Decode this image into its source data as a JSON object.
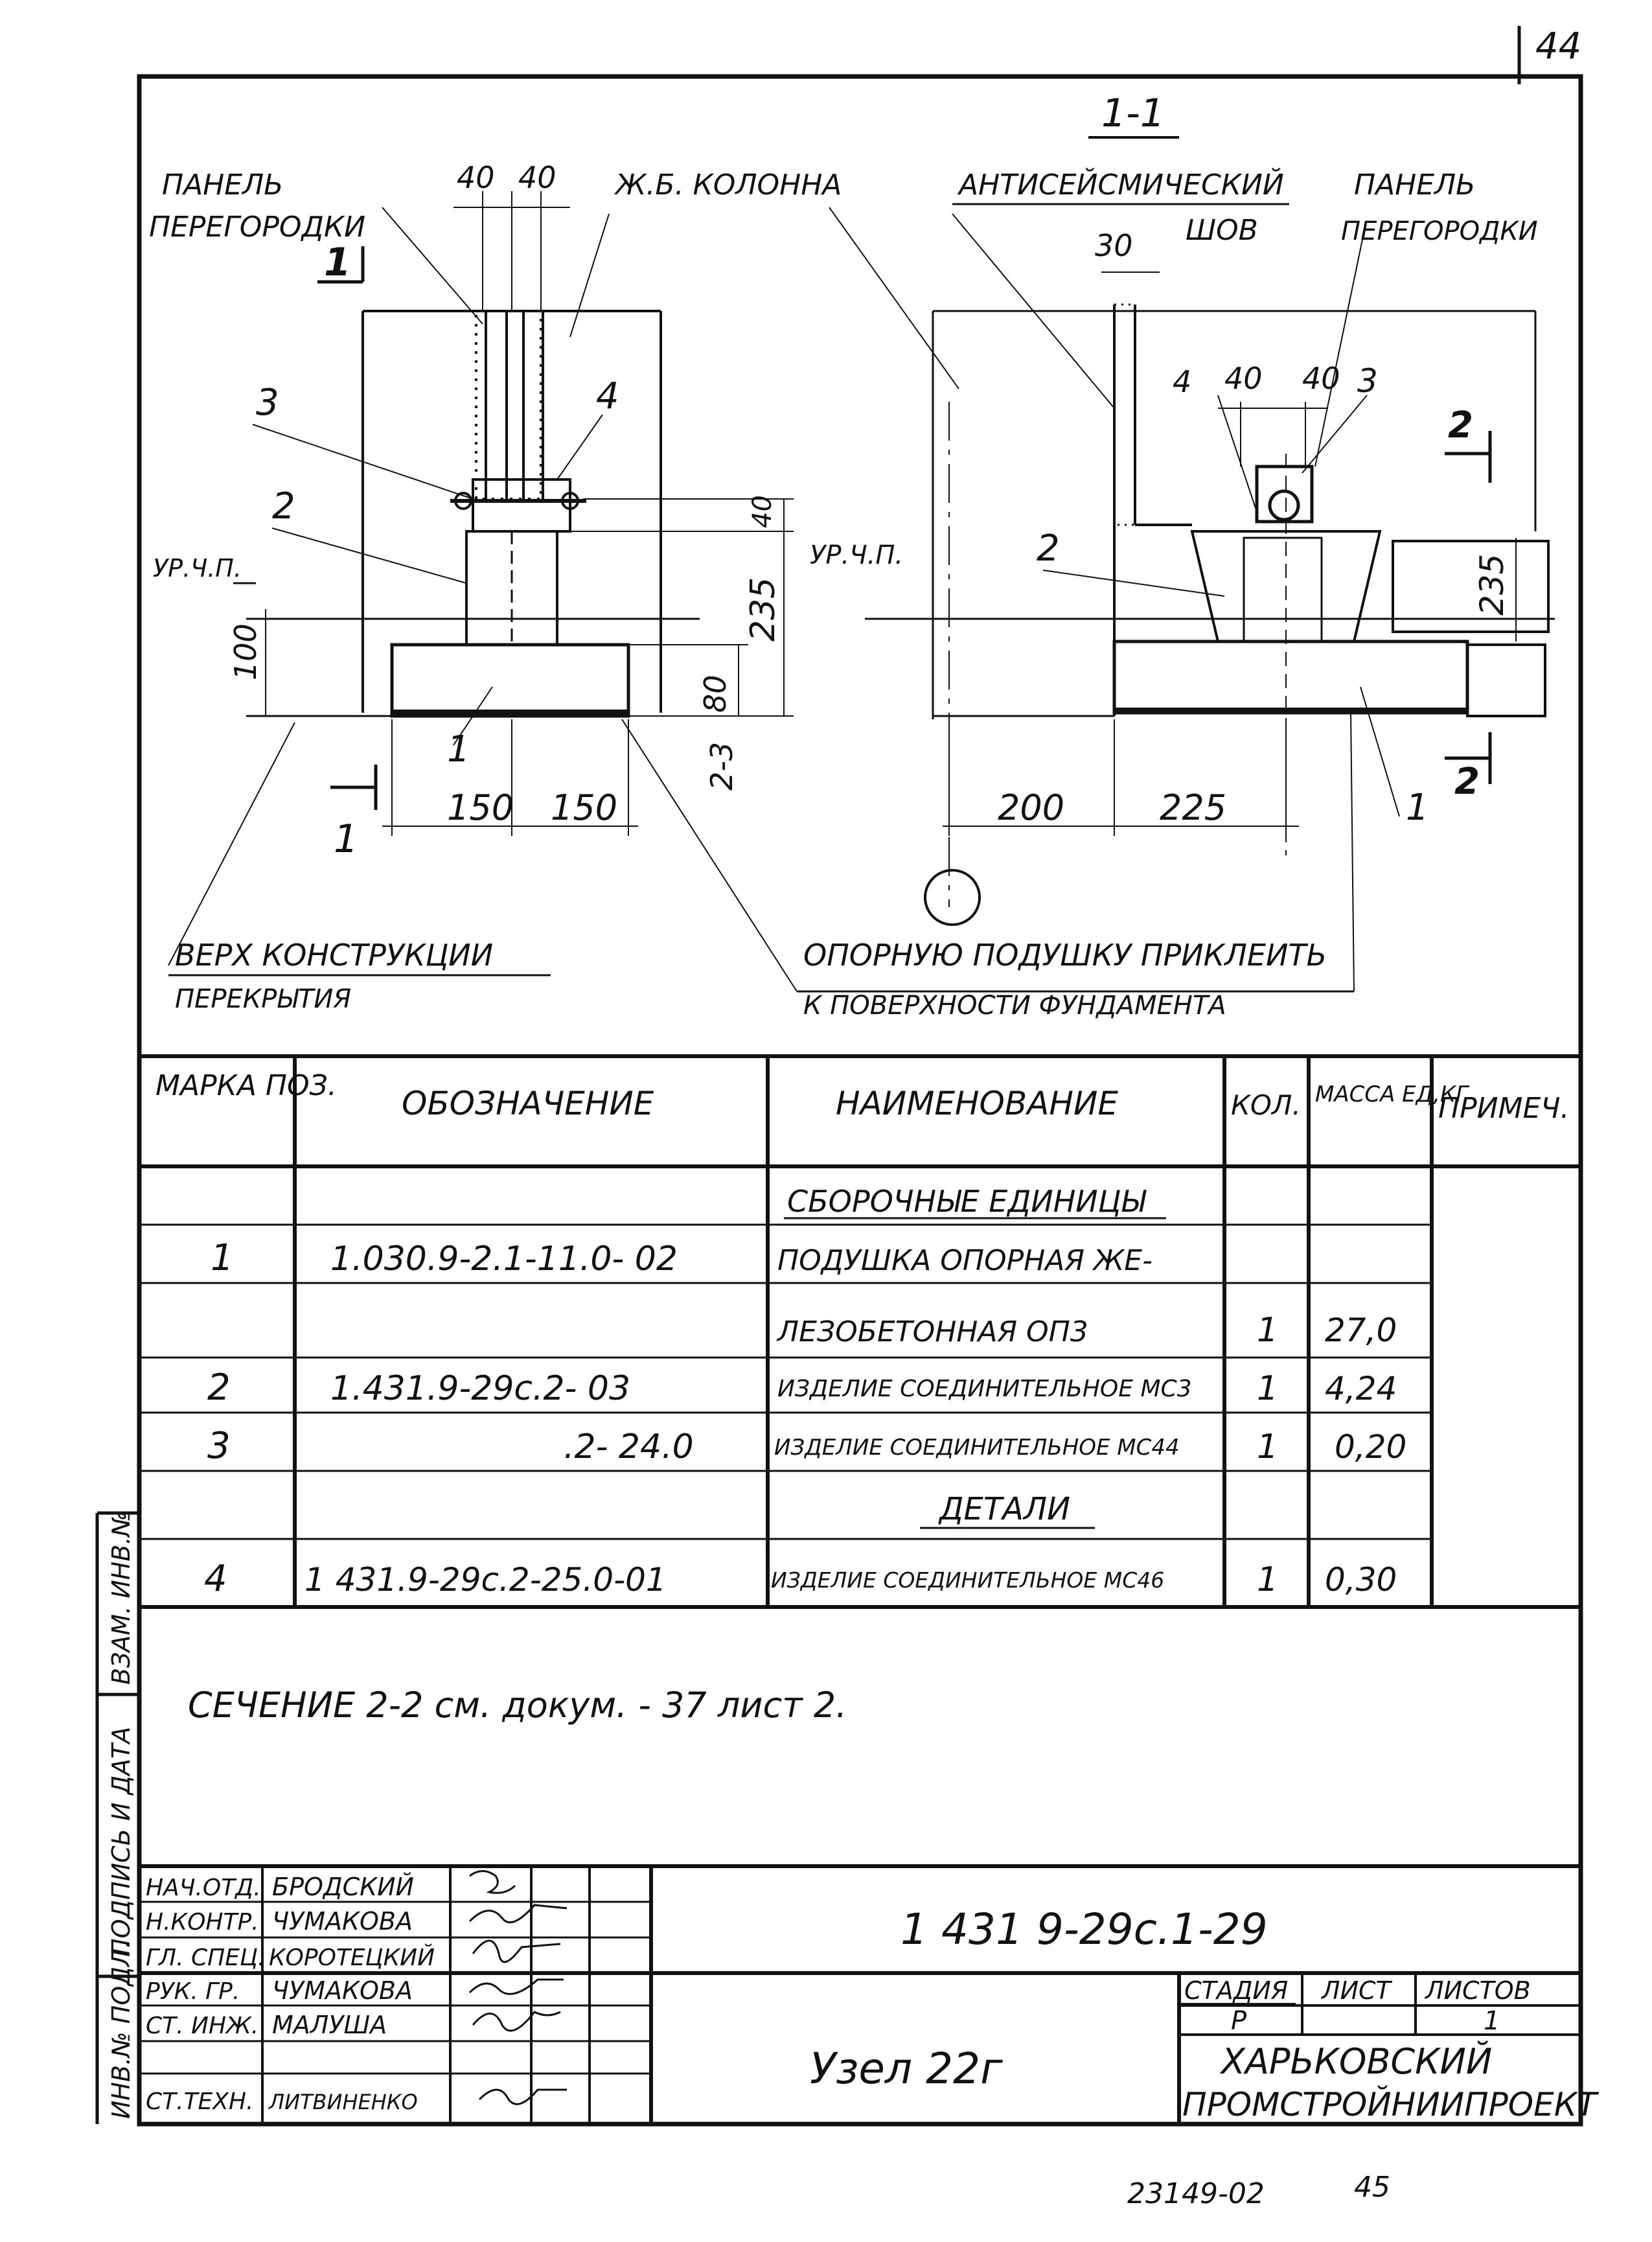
{
  "sheet_number": "44",
  "footer_code": "23149-02",
  "footer_page": "45",
  "drawing": {
    "left": {
      "label_panel": [
        "ПАНЕЛЬ",
        "ПЕРЕГОРОДКИ"
      ],
      "label_column": "Ж.Б. КОЛОННА",
      "dim_top_a": "40",
      "dim_top_b": "40",
      "section_mark": "1",
      "pos3": "3",
      "pos4": "4",
      "pos2": "2",
      "pos1": "1",
      "level_label": "УР.Ч.П.",
      "dim_100": "100",
      "dim_40": "40",
      "dim_235": "235",
      "dim_80": "80",
      "dim_23": "2-3",
      "dim_150a": "150",
      "dim_150b": "150",
      "cut_mark": "1",
      "note_top": [
        "ВЕРХ КОНСТРУКЦИИ",
        "ПЕРЕКРЫТИЯ"
      ]
    },
    "right": {
      "section_title": "1-1",
      "label_joint": [
        "АНТИСЕЙСМИЧЕСКИЙ",
        "ШОВ"
      ],
      "label_panel": [
        "ПАНЕЛЬ",
        "ПЕРЕГОРОДКИ"
      ],
      "dim_30": "30",
      "pos4": "4",
      "dim_40a": "40",
      "dim_40b": "40",
      "pos3": "3",
      "cut_mark": "2",
      "level_label": "УР.Ч.П.",
      "pos2": "2",
      "dim_235": "235",
      "pos1": "1",
      "dim_200": "200",
      "dim_225": "225",
      "note_glue": [
        "ОПОРНУЮ ПОДУШКУ ПРИКЛЕИТЬ",
        "К ПОВЕРХНОСТИ ФУНДАМЕНТА"
      ]
    }
  },
  "spec_table": {
    "headers": [
      "МАРКА ПОЗ.",
      "ОБОЗНАЧЕНИЕ",
      "НАИМЕНОВАНИЕ",
      "КОЛ.",
      "МАССА ЕД,КГ",
      "ПРИМЕЧ."
    ],
    "rows": [
      {
        "pos": "",
        "code": "",
        "name": "СБОРОЧНЫЕ ЕДИНИЦЫ",
        "qty": "",
        "mass": "",
        "note": ""
      },
      {
        "pos": "1",
        "code": "1.030.9-2.1-11.0- 02",
        "name": "ПОДУШКА ОПОРНАЯ ЖЕ-",
        "qty": "",
        "mass": "",
        "note": ""
      },
      {
        "pos": "",
        "code": "",
        "name": "ЛЕЗОБЕТОННАЯ   ОП3",
        "qty": "1",
        "mass": "27,0",
        "note": ""
      },
      {
        "pos": "2",
        "code": "1.431.9-29с.2- 03",
        "name": "ИЗДЕЛИЕ СОЕДИНИТЕЛЬНОЕ МС3",
        "qty": "1",
        "mass": "4,24",
        "note": ""
      },
      {
        "pos": "3",
        "code": ".2- 24.0",
        "name": "ИЗДЕЛИЕ СОЕДИНИТЕЛЬНОЕ МС44",
        "qty": "1",
        "mass": "0,20",
        "note": ""
      },
      {
        "pos": "",
        "code": "",
        "name": "ДЕТАЛИ",
        "qty": "",
        "mass": "",
        "note": ""
      },
      {
        "pos": "4",
        "code": "1 431.9-29с.2-25.0-01",
        "name": "ИЗДЕЛИЕ СОЕДИНИТЕЛЬНОЕ МС46",
        "qty": "1",
        "mass": "0,30",
        "note": ""
      }
    ]
  },
  "section_note": "СЕЧЕНИЕ 2-2  см. докум.    - 37  лист 2.",
  "side_stamp": [
    "ИНВ.№ ПОДЛ.",
    "ПОДПИСЬ И ДАТА",
    "ВЗАМ. ИНВ.№"
  ],
  "title_block": {
    "roles": [
      {
        "role": "НАЧ.ОТД.",
        "name": "БРОДСКИЙ"
      },
      {
        "role": "Н.КОНТР.",
        "name": "ЧУМАКОВА"
      },
      {
        "role": "ГЛ. СПЕЦ.",
        "name": "КОРОТЕЦКИЙ"
      },
      {
        "role": "РУК. ГР.",
        "name": "ЧУМАКОВА"
      },
      {
        "role": "СТ. ИНЖ.",
        "name": "МАЛУША"
      },
      {
        "role": "СТ.ТЕХН.",
        "name": "ЛИТВИНЕНКО"
      }
    ],
    "doc_code": "1 431 9-29с.1-29",
    "drawing_name": "Узел 22г",
    "stage_header": "СТАДИЯ",
    "sheet_header": "ЛИСТ",
    "sheets_header": "ЛИСТОВ",
    "stage": "Р",
    "sheet": "",
    "sheets": "1",
    "org": [
      "ХАРЬКОВСКИЙ",
      "ПРОМСТРОЙНИИПРОЕКТ"
    ]
  }
}
